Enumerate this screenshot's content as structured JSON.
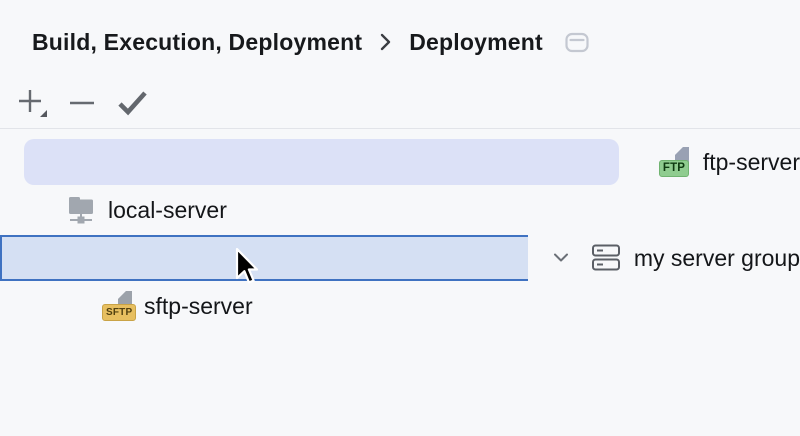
{
  "header": {
    "breadcrumb_root": "Build, Execution, Deployment",
    "breadcrumb_current": "Deployment",
    "separator": "›"
  },
  "toolbar": {
    "buttons": [
      {
        "name": "add",
        "icon": "plus-dropdown-icon"
      },
      {
        "name": "remove",
        "icon": "minus-icon"
      },
      {
        "name": "use-as-default",
        "icon": "check-icon"
      }
    ]
  },
  "tree": {
    "items": [
      {
        "label": "ftp-server",
        "type": "ftp-server",
        "badge": "FTP",
        "state": "highlighted",
        "indent": 1
      },
      {
        "label": "local-server",
        "type": "local-server",
        "state": "normal",
        "indent": 1
      },
      {
        "label": "my server group",
        "type": "server-group",
        "state": "selected",
        "expanded": true,
        "indent": 0
      },
      {
        "label": "sftp-server",
        "type": "sftp-server",
        "badge": "SFTP",
        "state": "normal",
        "indent": 2
      }
    ]
  },
  "colors": {
    "page_background": "#F7F8FA",
    "row_highlight_bg": "#DCE1F7",
    "row_selected_bg": "#D5E0F3",
    "row_selected_border": "#3F72C1",
    "ftp_badge_bg": "#8FCC8F",
    "sftp_badge_bg": "#E7BF60",
    "toolbar_icon": "#666A70",
    "header_text": "#17191C"
  }
}
